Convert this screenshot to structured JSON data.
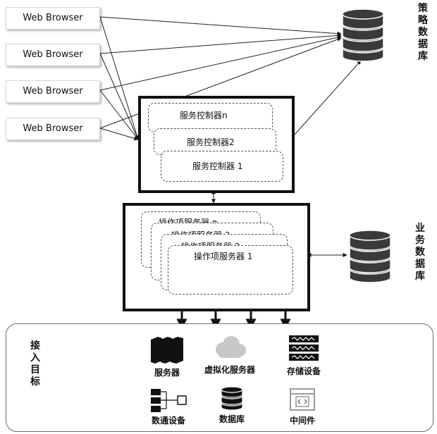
{
  "browsers": [
    "Web Browser",
    "Web Browser",
    "Web Browser",
    "Web Browser"
  ],
  "policy_db_label": "策略数据库",
  "business_db_label": "业务数据库",
  "service_controllers": [
    "服务控制器n",
    "服务控制器2",
    "服务控制器 1"
  ],
  "operation_servers": [
    "操作项服务器 n",
    "操作项服务器 3",
    "操作项服务器 2",
    "操作项服务器 1"
  ],
  "access_targets": {
    "title": "接入目标",
    "items": [
      {
        "label": "服务器",
        "icon": "server-icon"
      },
      {
        "label": "虚拟化服务器",
        "icon": "cloud-icon"
      },
      {
        "label": "存储设备",
        "icon": "storage-icon"
      },
      {
        "label": "数通设备",
        "icon": "network-device-icon"
      },
      {
        "label": "数据库",
        "icon": "database-icon"
      },
      {
        "label": "中间件",
        "icon": "middleware-icon"
      }
    ]
  },
  "colors": {
    "ink": "#111111",
    "db_fill": "#3a3a3a",
    "cloud": "#c8c8c8",
    "dash": "#555555"
  }
}
